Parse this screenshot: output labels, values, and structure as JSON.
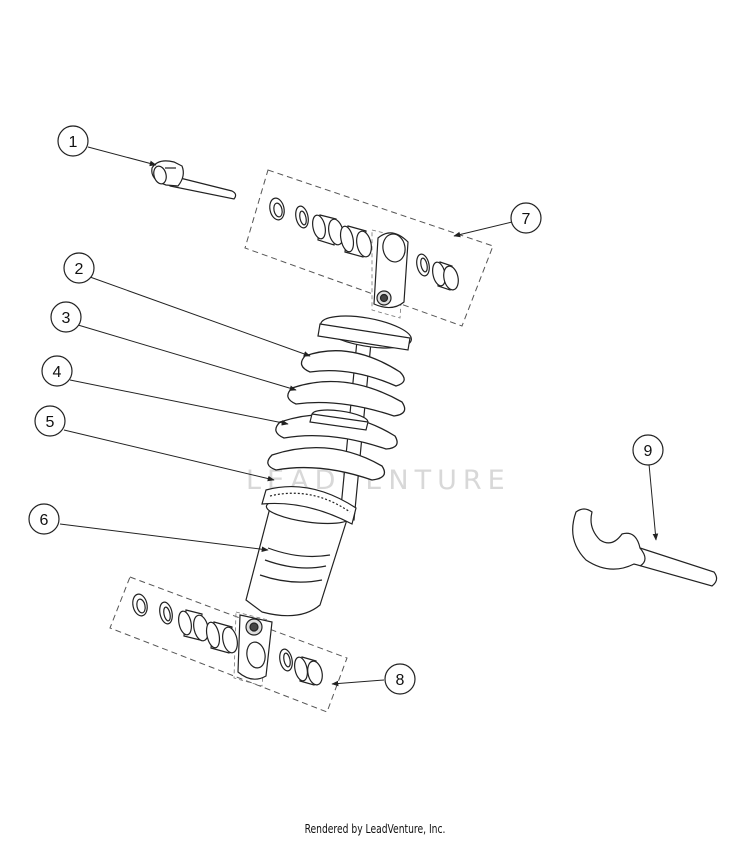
{
  "watermark": "LEADVENTURE",
  "footer": "Rendered by LeadVenture, Inc.",
  "callouts": [
    {
      "label": "1"
    },
    {
      "label": "2"
    },
    {
      "label": "3"
    },
    {
      "label": "4"
    },
    {
      "label": "5"
    },
    {
      "label": "6"
    },
    {
      "label": "7"
    },
    {
      "label": "8"
    },
    {
      "label": "9"
    }
  ],
  "colors": {
    "line": "#222222",
    "part_fill": "#ffffff",
    "dash": "#555555",
    "watermark": "#d8d8d8"
  }
}
